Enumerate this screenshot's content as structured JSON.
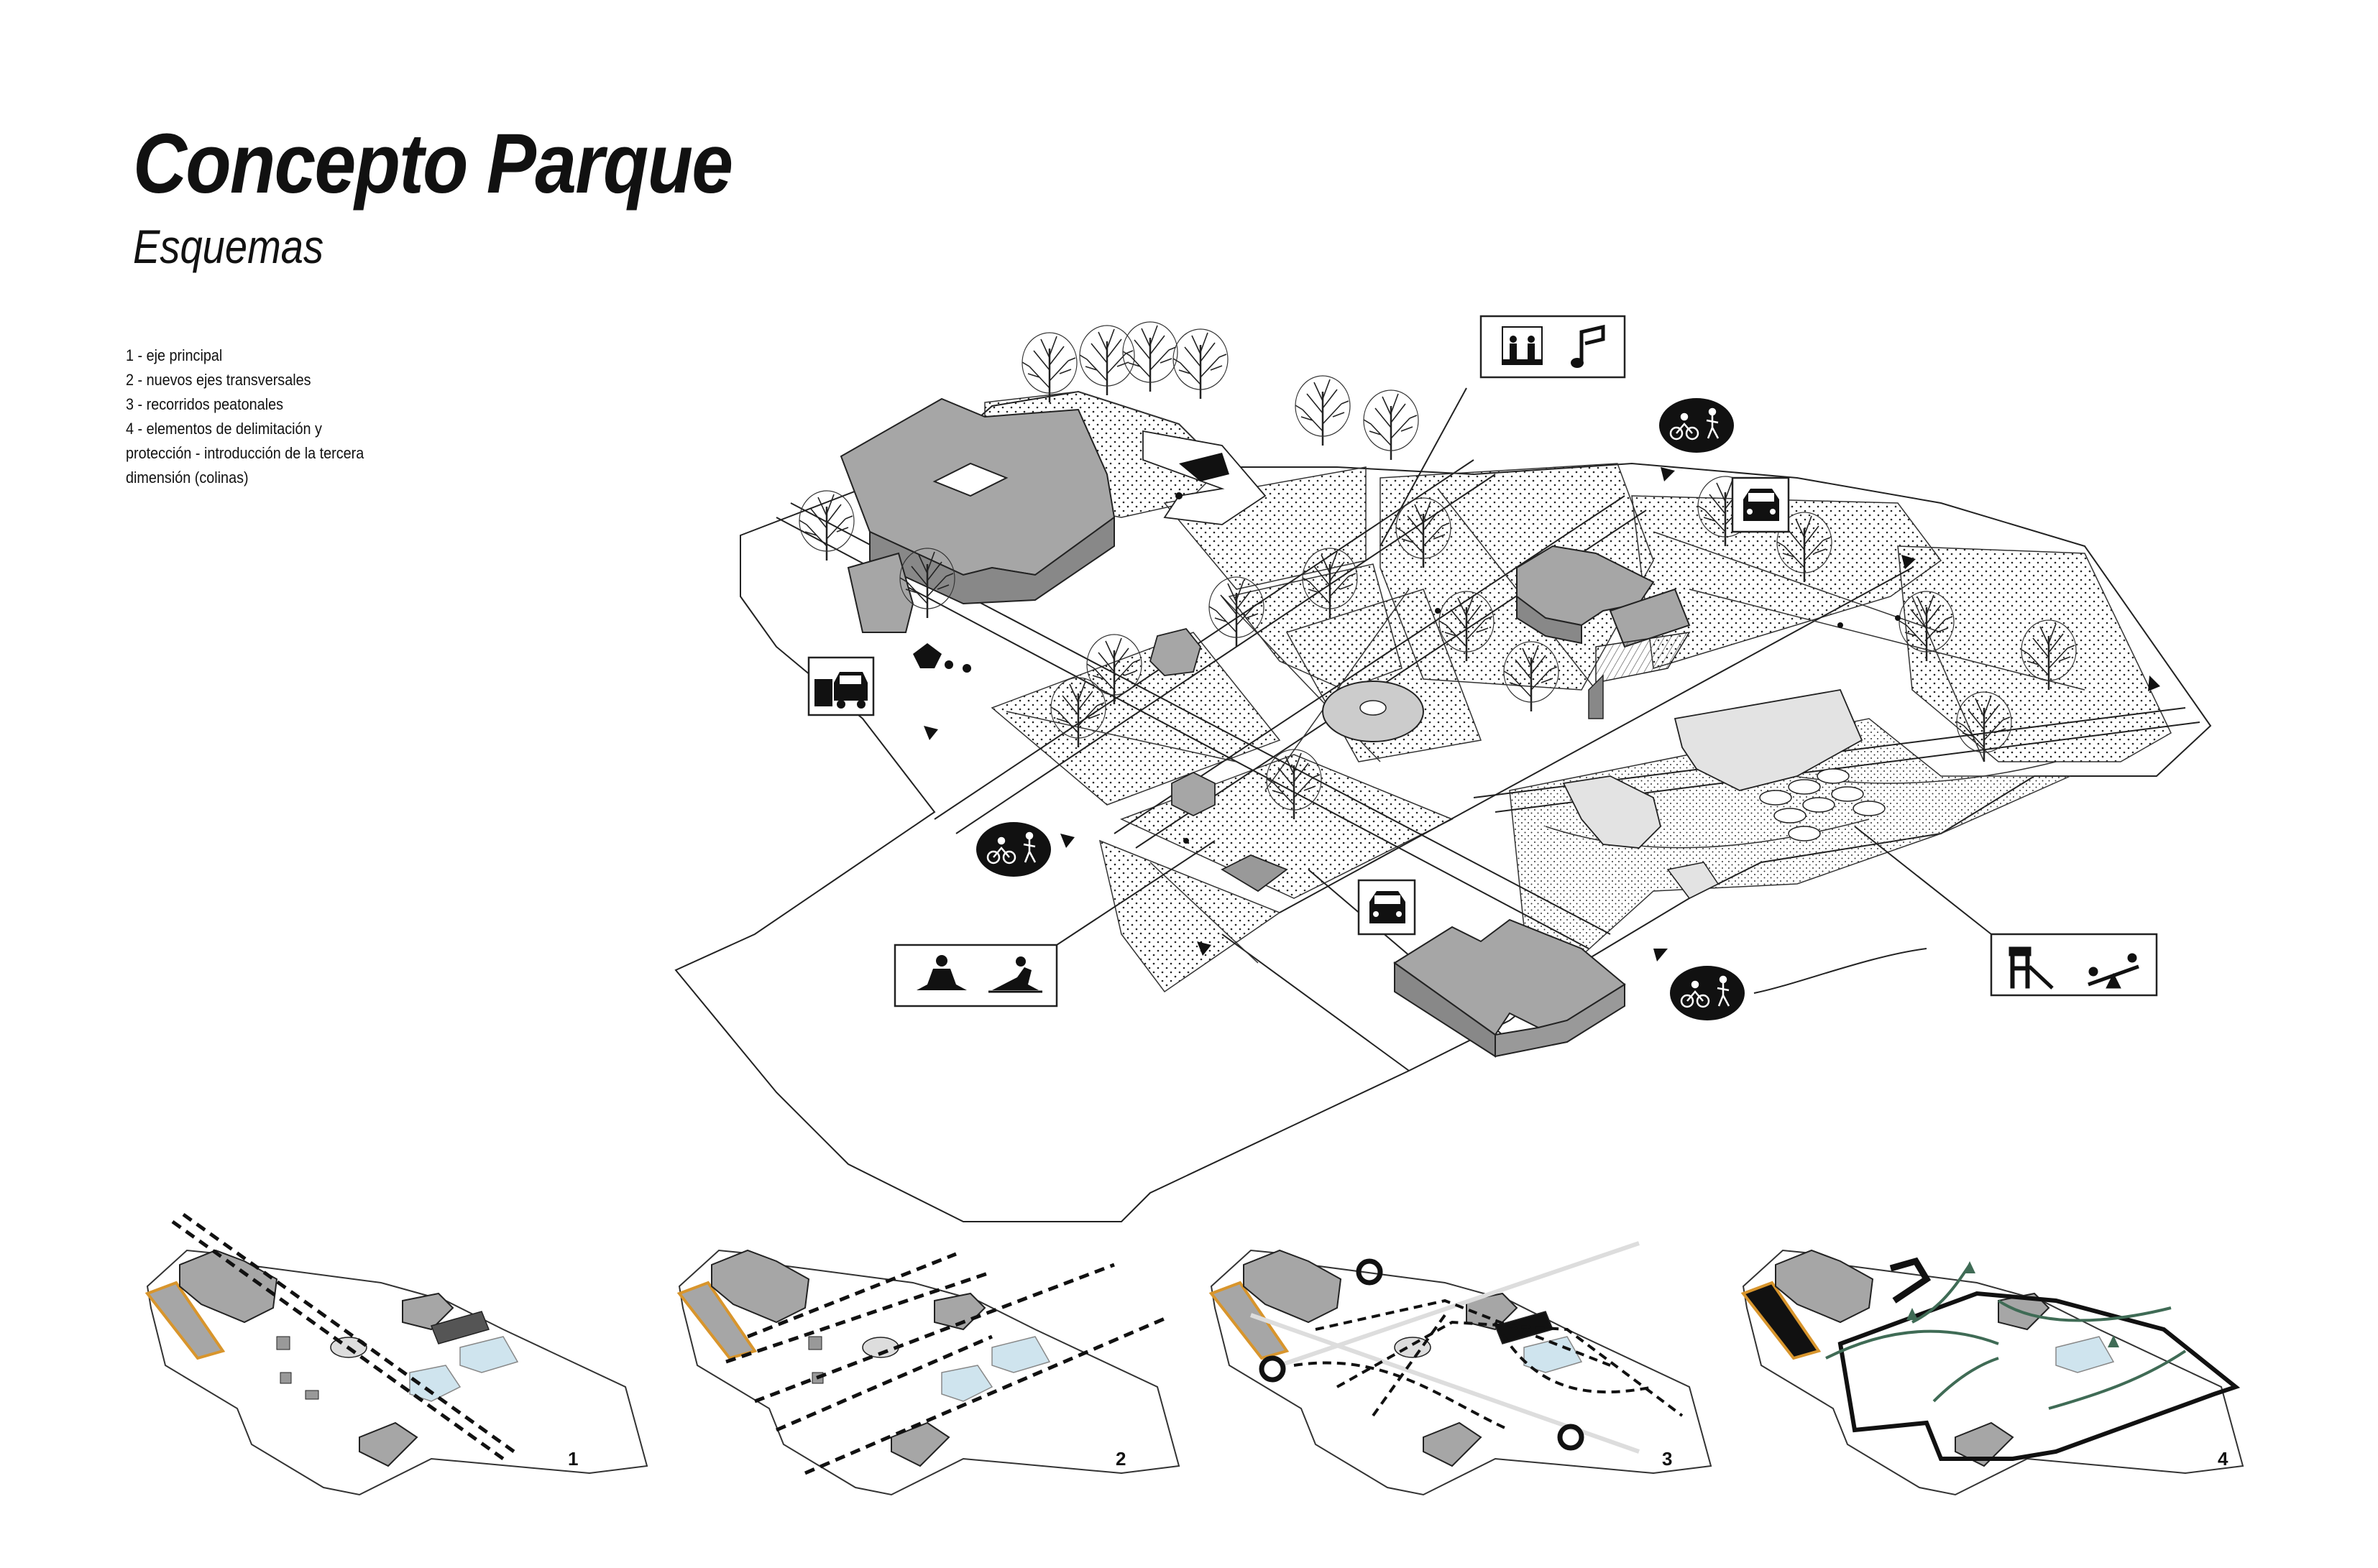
{
  "header": {
    "title": "Concepto Parque",
    "subtitle": "Esquemas"
  },
  "legend": {
    "items": [
      "1 - eje principal",
      "2 - nuevos ejes transversales",
      "3 - recorridos peatonales",
      "4 - elementos de delimitación y",
      "protección - introducción de la tercera",
      "dimensión (colinas)"
    ]
  },
  "diagrams": {
    "steps": [
      "1",
      "2",
      "3",
      "4"
    ]
  },
  "colors": {
    "building": "#a6a6a6",
    "water": "#cfe4ee",
    "accent_orange": "#d8952c",
    "accent_green": "#3f6b55",
    "ink": "#111111"
  },
  "icons": [
    "stage-music-icon",
    "music-note-icon",
    "bike-pedestrian-icon",
    "car-icon",
    "truck-icon",
    "meditation-icon",
    "reading-icon",
    "playground-icon",
    "seesaw-icon"
  ]
}
